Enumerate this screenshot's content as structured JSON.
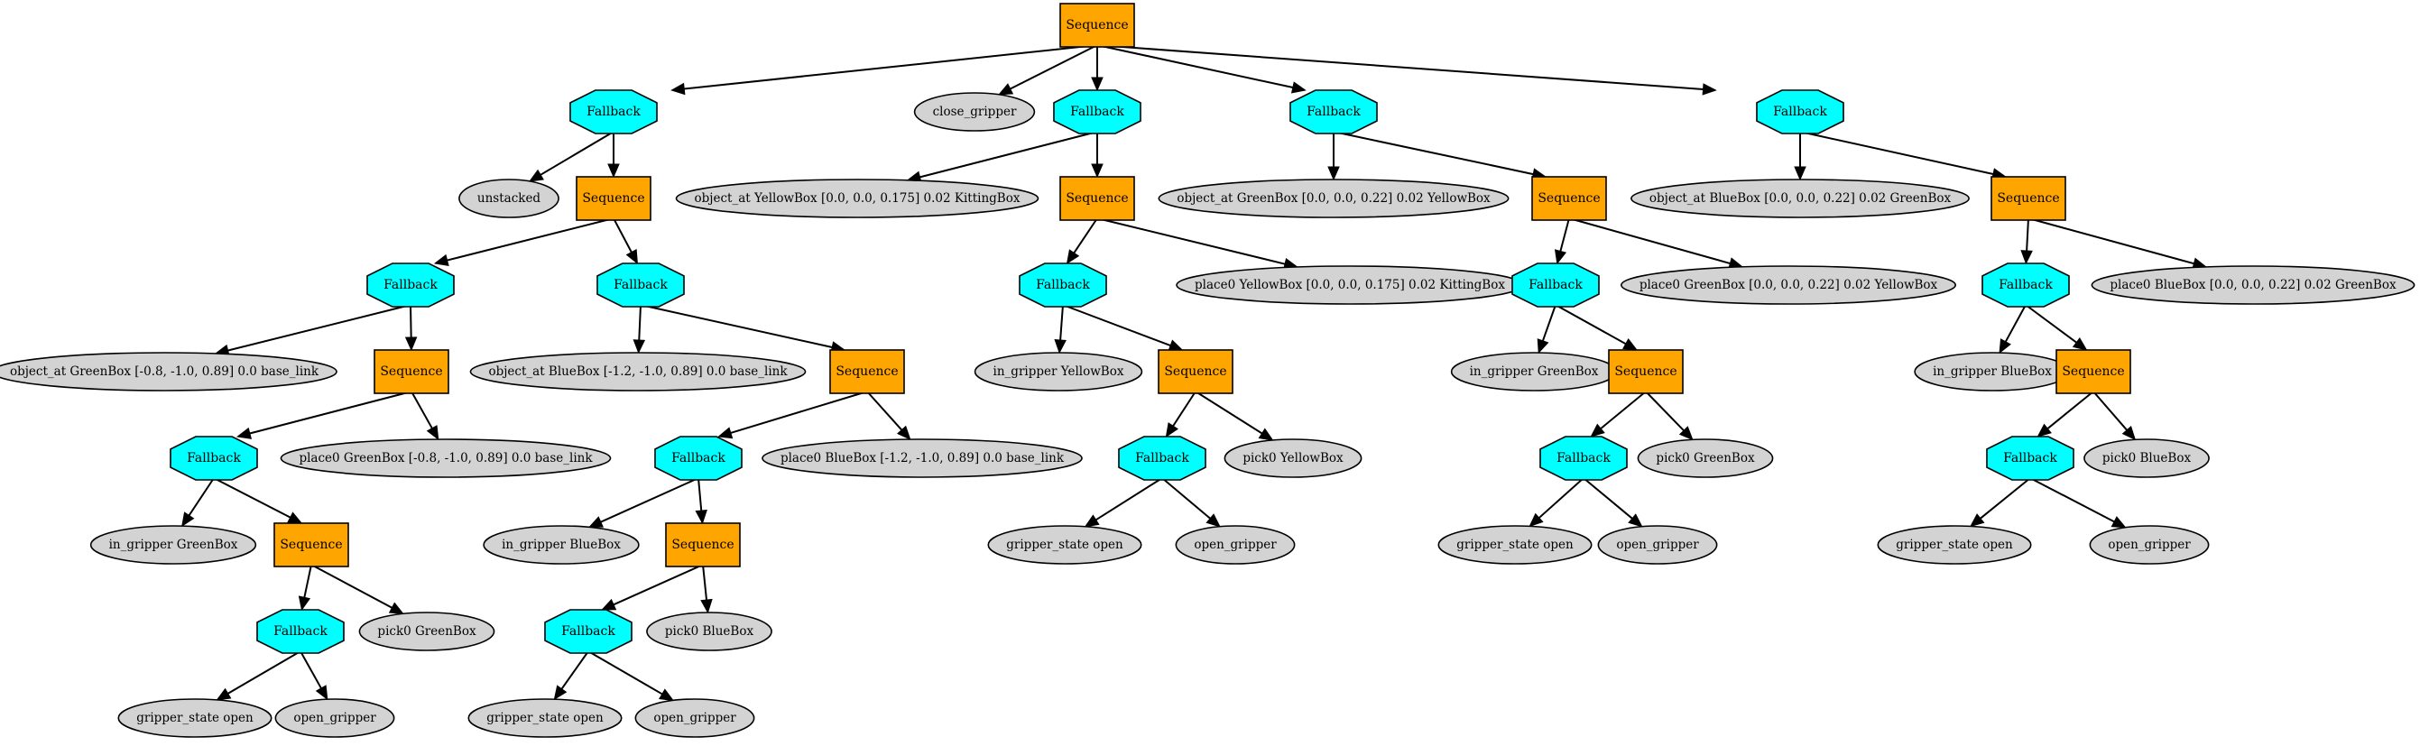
{
  "colors": {
    "sequence": "#FFA500",
    "fallback": "#00FFFF",
    "leaf": "#D3D3D3",
    "stroke": "#000000"
  },
  "nodes": [
    {
      "id": "n0",
      "kind": "sequence",
      "label": "Sequence"
    },
    {
      "id": "n1",
      "kind": "fallback",
      "label": "Fallback"
    },
    {
      "id": "n2",
      "kind": "leaf",
      "label": "close_gripper"
    },
    {
      "id": "n3",
      "kind": "fallback",
      "label": "Fallback"
    },
    {
      "id": "n4",
      "kind": "fallback",
      "label": "Fallback"
    },
    {
      "id": "n5",
      "kind": "fallback",
      "label": "Fallback"
    },
    {
      "id": "n6",
      "kind": "leaf",
      "label": "unstacked"
    },
    {
      "id": "n7",
      "kind": "sequence",
      "label": "Sequence"
    },
    {
      "id": "n8",
      "kind": "fallback",
      "label": "Fallback"
    },
    {
      "id": "n9",
      "kind": "leaf",
      "label": "object_at GreenBox [-0.8, -1.0, 0.89] 0.0 base_link"
    },
    {
      "id": "n10",
      "kind": "sequence",
      "label": "Sequence"
    },
    {
      "id": "n11",
      "kind": "fallback",
      "label": "Fallback"
    },
    {
      "id": "n12",
      "kind": "leaf",
      "label": "in_gripper GreenBox"
    },
    {
      "id": "n13",
      "kind": "sequence",
      "label": "Sequence"
    },
    {
      "id": "n14",
      "kind": "fallback",
      "label": "Fallback"
    },
    {
      "id": "n15",
      "kind": "leaf",
      "label": "gripper_state open"
    },
    {
      "id": "n16",
      "kind": "leaf",
      "label": "open_gripper"
    },
    {
      "id": "n17",
      "kind": "leaf",
      "label": "pick0 GreenBox"
    },
    {
      "id": "n18",
      "kind": "leaf",
      "label": "place0 GreenBox [-0.8, -1.0, 0.89] 0.0 base_link"
    },
    {
      "id": "n19",
      "kind": "fallback",
      "label": "Fallback"
    },
    {
      "id": "n20",
      "kind": "leaf",
      "label": "object_at BlueBox [-1.2, -1.0, 0.89] 0.0 base_link"
    },
    {
      "id": "n21",
      "kind": "sequence",
      "label": "Sequence"
    },
    {
      "id": "n22",
      "kind": "fallback",
      "label": "Fallback"
    },
    {
      "id": "n23",
      "kind": "leaf",
      "label": "in_gripper BlueBox"
    },
    {
      "id": "n24",
      "kind": "sequence",
      "label": "Sequence"
    },
    {
      "id": "n25",
      "kind": "fallback",
      "label": "Fallback"
    },
    {
      "id": "n26",
      "kind": "leaf",
      "label": "gripper_state open"
    },
    {
      "id": "n27",
      "kind": "leaf",
      "label": "open_gripper"
    },
    {
      "id": "n28",
      "kind": "leaf",
      "label": "pick0 BlueBox"
    },
    {
      "id": "n29",
      "kind": "leaf",
      "label": "place0 BlueBox [-1.2, -1.0, 0.89] 0.0 base_link"
    },
    {
      "id": "n30",
      "kind": "leaf",
      "label": "object_at YellowBox [0.0, 0.0, 0.175] 0.02 KittingBox"
    },
    {
      "id": "n31",
      "kind": "sequence",
      "label": "Sequence"
    },
    {
      "id": "n32",
      "kind": "fallback",
      "label": "Fallback"
    },
    {
      "id": "n33",
      "kind": "leaf",
      "label": "in_gripper YellowBox"
    },
    {
      "id": "n34",
      "kind": "sequence",
      "label": "Sequence"
    },
    {
      "id": "n35",
      "kind": "fallback",
      "label": "Fallback"
    },
    {
      "id": "n36",
      "kind": "leaf",
      "label": "gripper_state open"
    },
    {
      "id": "n37",
      "kind": "leaf",
      "label": "open_gripper"
    },
    {
      "id": "n38",
      "kind": "leaf",
      "label": "pick0 YellowBox"
    },
    {
      "id": "n39",
      "kind": "leaf",
      "label": "place0 YellowBox [0.0, 0.0, 0.175] 0.02 KittingBox"
    },
    {
      "id": "n40",
      "kind": "leaf",
      "label": "object_at GreenBox [0.0, 0.0, 0.22] 0.02 YellowBox"
    },
    {
      "id": "n41",
      "kind": "sequence",
      "label": "Sequence"
    },
    {
      "id": "n42",
      "kind": "fallback",
      "label": "Fallback"
    },
    {
      "id": "n43",
      "kind": "leaf",
      "label": "in_gripper GreenBox"
    },
    {
      "id": "n44",
      "kind": "sequence",
      "label": "Sequence"
    },
    {
      "id": "n45",
      "kind": "fallback",
      "label": "Fallback"
    },
    {
      "id": "n46",
      "kind": "leaf",
      "label": "gripper_state open"
    },
    {
      "id": "n47",
      "kind": "leaf",
      "label": "open_gripper"
    },
    {
      "id": "n48",
      "kind": "leaf",
      "label": "pick0 GreenBox"
    },
    {
      "id": "n49",
      "kind": "leaf",
      "label": "place0 GreenBox [0.0, 0.0, 0.22] 0.02 YellowBox"
    },
    {
      "id": "n50",
      "kind": "leaf",
      "label": "object_at BlueBox [0.0, 0.0, 0.22] 0.02 GreenBox"
    },
    {
      "id": "n51",
      "kind": "sequence",
      "label": "Sequence"
    },
    {
      "id": "n52",
      "kind": "fallback",
      "label": "Fallback"
    },
    {
      "id": "n53",
      "kind": "leaf",
      "label": "in_gripper BlueBox"
    },
    {
      "id": "n54",
      "kind": "sequence",
      "label": "Sequence"
    },
    {
      "id": "n55",
      "kind": "fallback",
      "label": "Fallback"
    },
    {
      "id": "n56",
      "kind": "leaf",
      "label": "gripper_state open"
    },
    {
      "id": "n57",
      "kind": "leaf",
      "label": "open_gripper"
    },
    {
      "id": "n58",
      "kind": "leaf",
      "label": "pick0 BlueBox"
    },
    {
      "id": "n59",
      "kind": "leaf",
      "label": "place0 BlueBox [0.0, 0.0, 0.22] 0.02 GreenBox"
    }
  ],
  "edges": [
    [
      "n0",
      "n1"
    ],
    [
      "n0",
      "n2"
    ],
    [
      "n0",
      "n3"
    ],
    [
      "n0",
      "n4"
    ],
    [
      "n0",
      "n5"
    ],
    [
      "n1",
      "n6"
    ],
    [
      "n1",
      "n7"
    ],
    [
      "n7",
      "n8"
    ],
    [
      "n7",
      "n19"
    ],
    [
      "n8",
      "n9"
    ],
    [
      "n8",
      "n10"
    ],
    [
      "n10",
      "n11"
    ],
    [
      "n10",
      "n18"
    ],
    [
      "n11",
      "n12"
    ],
    [
      "n11",
      "n13"
    ],
    [
      "n13",
      "n14"
    ],
    [
      "n13",
      "n17"
    ],
    [
      "n14",
      "n15"
    ],
    [
      "n14",
      "n16"
    ],
    [
      "n19",
      "n20"
    ],
    [
      "n19",
      "n21"
    ],
    [
      "n21",
      "n22"
    ],
    [
      "n21",
      "n29"
    ],
    [
      "n22",
      "n23"
    ],
    [
      "n22",
      "n24"
    ],
    [
      "n24",
      "n25"
    ],
    [
      "n24",
      "n28"
    ],
    [
      "n25",
      "n26"
    ],
    [
      "n25",
      "n27"
    ],
    [
      "n3",
      "n30"
    ],
    [
      "n3",
      "n31"
    ],
    [
      "n31",
      "n32"
    ],
    [
      "n31",
      "n39"
    ],
    [
      "n32",
      "n33"
    ],
    [
      "n32",
      "n34"
    ],
    [
      "n34",
      "n35"
    ],
    [
      "n34",
      "n38"
    ],
    [
      "n35",
      "n36"
    ],
    [
      "n35",
      "n37"
    ],
    [
      "n4",
      "n40"
    ],
    [
      "n4",
      "n41"
    ],
    [
      "n41",
      "n42"
    ],
    [
      "n41",
      "n49"
    ],
    [
      "n42",
      "n43"
    ],
    [
      "n42",
      "n44"
    ],
    [
      "n44",
      "n45"
    ],
    [
      "n44",
      "n48"
    ],
    [
      "n45",
      "n46"
    ],
    [
      "n45",
      "n47"
    ],
    [
      "n5",
      "n50"
    ],
    [
      "n5",
      "n51"
    ],
    [
      "n51",
      "n52"
    ],
    [
      "n51",
      "n59"
    ],
    [
      "n52",
      "n53"
    ],
    [
      "n52",
      "n54"
    ],
    [
      "n54",
      "n55"
    ],
    [
      "n54",
      "n58"
    ],
    [
      "n55",
      "n56"
    ],
    [
      "n55",
      "n57"
    ]
  ]
}
